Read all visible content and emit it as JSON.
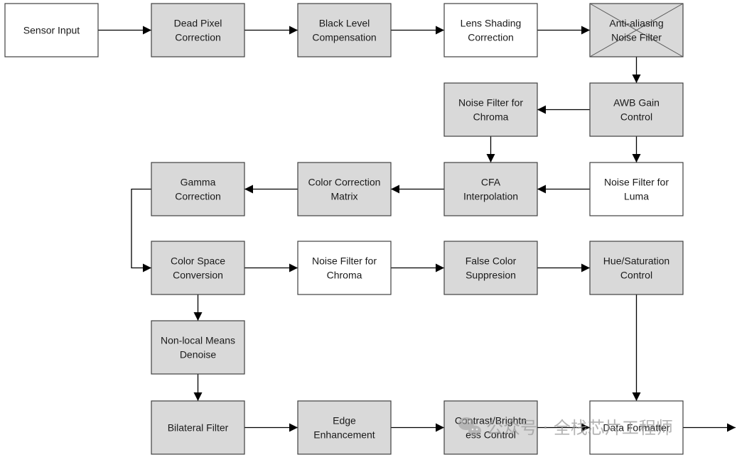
{
  "diagram": {
    "colors": {
      "gray_fill": "#d9d9d9",
      "white_fill": "#ffffff",
      "border": "#404040",
      "arrow": "#000000",
      "watermark": "#9a9a9a"
    },
    "nodes": [
      {
        "id": "sensor-input",
        "lines": [
          "Sensor Input"
        ],
        "fill": "white"
      },
      {
        "id": "dead-pixel-correction",
        "lines": [
          "Dead Pixel",
          "Correction"
        ],
        "fill": "gray"
      },
      {
        "id": "black-level-compensation",
        "lines": [
          "Black Level",
          "Compensation"
        ],
        "fill": "gray"
      },
      {
        "id": "lens-shading-correction",
        "lines": [
          "Lens Shading",
          "Correction"
        ],
        "fill": "white"
      },
      {
        "id": "anti-aliasing-noise-filter",
        "lines": [
          "Anti-aliasing",
          "Noise Filter"
        ],
        "fill": "gray",
        "crossed_out": true
      },
      {
        "id": "awb-gain-control",
        "lines": [
          "AWB Gain",
          "Control"
        ],
        "fill": "gray"
      },
      {
        "id": "noise-filter-chroma-1",
        "lines": [
          "Noise Filter for",
          "Chroma"
        ],
        "fill": "gray"
      },
      {
        "id": "noise-filter-luma",
        "lines": [
          "Noise Filter for",
          "Luma"
        ],
        "fill": "white"
      },
      {
        "id": "cfa-interpolation",
        "lines": [
          "CFA",
          "Interpolation"
        ],
        "fill": "gray"
      },
      {
        "id": "color-correction-matrix",
        "lines": [
          "Color Correction",
          "Matrix"
        ],
        "fill": "gray"
      },
      {
        "id": "gamma-correction",
        "lines": [
          "Gamma",
          "Correction"
        ],
        "fill": "gray"
      },
      {
        "id": "color-space-conversion",
        "lines": [
          "Color Space",
          "Conversion"
        ],
        "fill": "gray"
      },
      {
        "id": "noise-filter-chroma-2",
        "lines": [
          "Noise Filter for",
          "Chroma"
        ],
        "fill": "white"
      },
      {
        "id": "false-color-suppresion",
        "lines": [
          "False Color",
          "Suppresion"
        ],
        "fill": "gray"
      },
      {
        "id": "hue-saturation-control",
        "lines": [
          "Hue/Saturation",
          "Control"
        ],
        "fill": "gray"
      },
      {
        "id": "non-local-means-denoise",
        "lines": [
          "Non-local Means",
          "Denoise"
        ],
        "fill": "gray"
      },
      {
        "id": "bilateral-filter",
        "lines": [
          "Bilateral Filter"
        ],
        "fill": "gray"
      },
      {
        "id": "edge-enhancement",
        "lines": [
          "Edge",
          "Enhancement"
        ],
        "fill": "gray"
      },
      {
        "id": "contrast-brightness-control",
        "lines": [
          "Contrast/Brightn",
          "ess Control"
        ],
        "fill": "gray"
      },
      {
        "id": "data-formatter",
        "lines": [
          "Data Formatter"
        ],
        "fill": "white"
      }
    ],
    "edges": [
      {
        "from": "sensor-input",
        "to": "dead-pixel-correction"
      },
      {
        "from": "dead-pixel-correction",
        "to": "black-level-compensation"
      },
      {
        "from": "black-level-compensation",
        "to": "lens-shading-correction"
      },
      {
        "from": "lens-shading-correction",
        "to": "anti-aliasing-noise-filter"
      },
      {
        "from": "anti-aliasing-noise-filter",
        "to": "awb-gain-control"
      },
      {
        "from": "awb-gain-control",
        "to": "noise-filter-chroma-1"
      },
      {
        "from": "awb-gain-control",
        "to": "noise-filter-luma"
      },
      {
        "from": "noise-filter-chroma-1",
        "to": "cfa-interpolation"
      },
      {
        "from": "noise-filter-luma",
        "to": "cfa-interpolation"
      },
      {
        "from": "cfa-interpolation",
        "to": "color-correction-matrix"
      },
      {
        "from": "color-correction-matrix",
        "to": "gamma-correction"
      },
      {
        "from": "gamma-correction",
        "to": "color-space-conversion"
      },
      {
        "from": "color-space-conversion",
        "to": "noise-filter-chroma-2"
      },
      {
        "from": "noise-filter-chroma-2",
        "to": "false-color-suppresion"
      },
      {
        "from": "false-color-suppresion",
        "to": "hue-saturation-control"
      },
      {
        "from": "hue-saturation-control",
        "to": "data-formatter"
      },
      {
        "from": "color-space-conversion",
        "to": "non-local-means-denoise"
      },
      {
        "from": "non-local-means-denoise",
        "to": "bilateral-filter"
      },
      {
        "from": "bilateral-filter",
        "to": "edge-enhancement"
      },
      {
        "from": "edge-enhancement",
        "to": "contrast-brightness-control"
      },
      {
        "from": "contrast-brightness-control",
        "to": "data-formatter"
      },
      {
        "from": "data-formatter",
        "to": "output"
      }
    ]
  },
  "watermark": {
    "icon": "wechat-icon",
    "text": "公众号 · 全栈芯片工程师"
  }
}
